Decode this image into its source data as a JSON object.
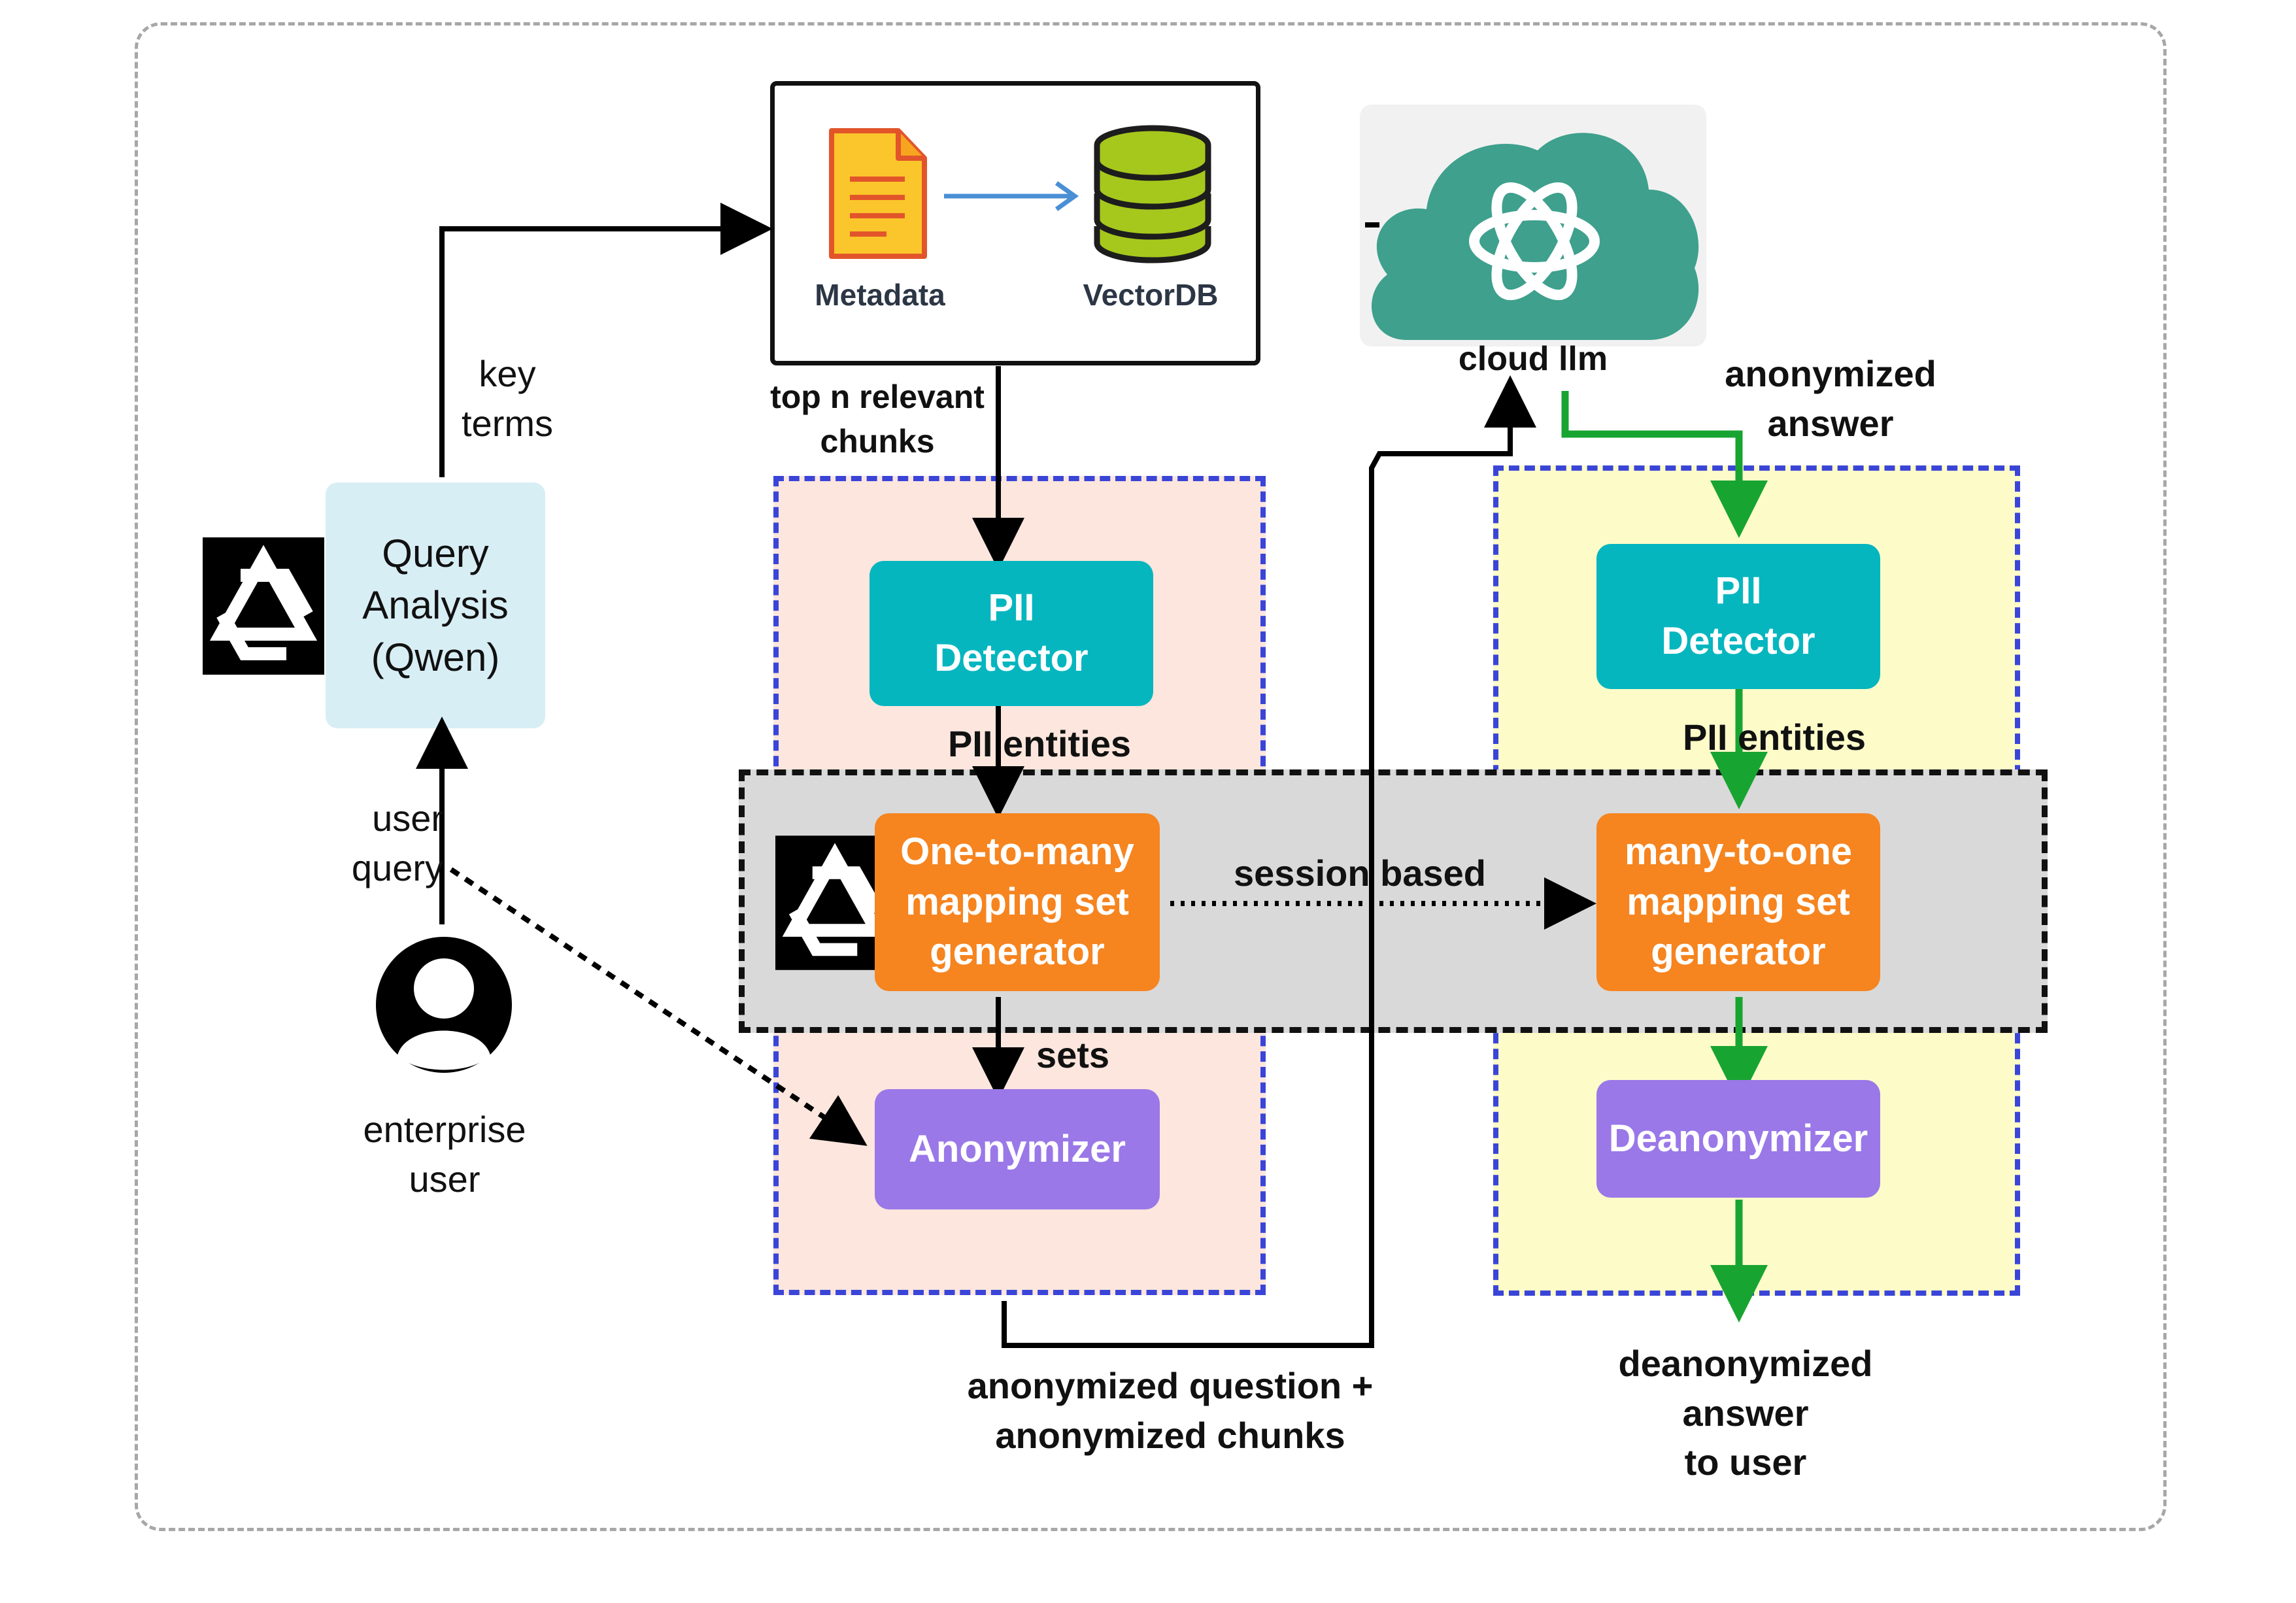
{
  "knowledge_base": {
    "metadata_label": "Metadata",
    "vectordb_label": "VectorDB"
  },
  "cloud": {
    "label": "cloud llm"
  },
  "query_analysis": {
    "label": "Query\nAnalysis\n(Qwen)"
  },
  "labels": {
    "key_terms": "key\nterms",
    "top_chunks": "top n relevant\nchunks",
    "anonymized_answer": "anonymized\nanswer",
    "pii_entities_left": "PII entities",
    "pii_entities_right": "PII entities",
    "user_query": "user\nquery",
    "enterprise_user": "enterprise\nuser",
    "session_based": "session based",
    "sets": "sets",
    "anonymized_question": "anonymized question +\nanonymized chunks",
    "deanonymized_answer": "deanonymized\nanswer\nto user"
  },
  "nodes": {
    "pii_detector_left": "PII\nDetector",
    "pii_detector_right": "PII\nDetector",
    "one_to_many": "One-to-many\nmapping set\ngenerator",
    "many_to_one": "many-to-one\nmapping set\ngenerator",
    "anonymizer": "Anonymizer",
    "deanonymizer": "Deanonymizer"
  },
  "colors": {
    "pii_detector": "#05b6bf",
    "mapping_generator": "#f6841f",
    "anonymizer": "#9a78e8",
    "green_flow": "#18a431",
    "zone_outline": "#3a45d8"
  },
  "icons": [
    "qwen-logo-icon",
    "document-icon",
    "database-icon",
    "openai-logo-icon",
    "user-icon"
  ]
}
